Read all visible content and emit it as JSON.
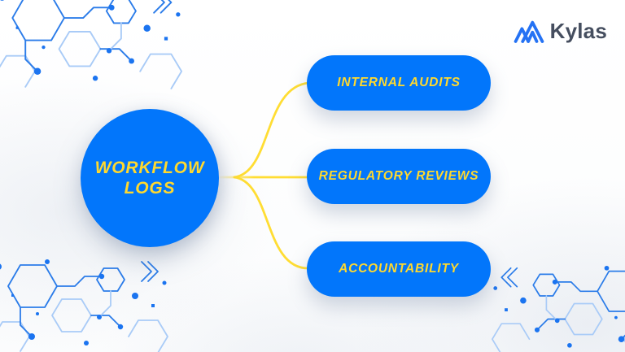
{
  "brand": {
    "name": "Kylas"
  },
  "diagram": {
    "center_label": "WORKFLOW LOGS",
    "branches": [
      {
        "label": "INTERNAL AUDITS"
      },
      {
        "label": "REGULATORY REVIEWS"
      },
      {
        "label": "ACCOUNTABILITY"
      }
    ]
  },
  "colors": {
    "node_blue": "#0276FB",
    "label_yellow": "#FFD92E",
    "connector_yellow": "#FFDD33",
    "logo_icon_blue": "#2472F4",
    "logo_text": "#454E5F",
    "deco_strong": "#2B7CE9",
    "deco_light": "#A9CBF7",
    "deco_dot": "#1B74F0"
  }
}
